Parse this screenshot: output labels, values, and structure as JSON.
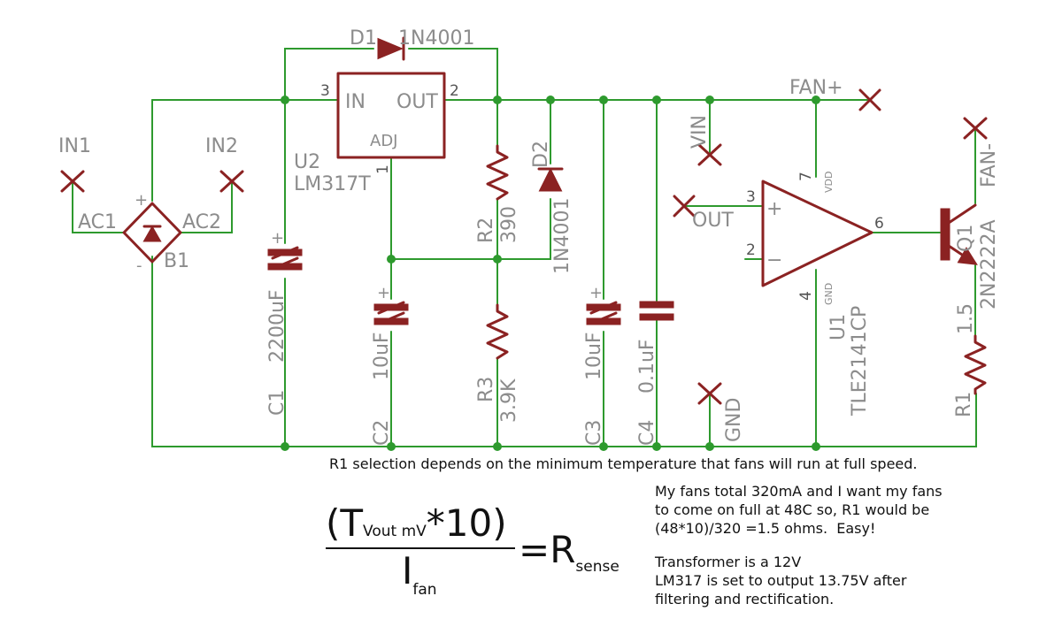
{
  "components": {
    "d1": {
      "ref": "D1",
      "value": "1N4001"
    },
    "u2": {
      "ref": "U2",
      "value": "LM317T",
      "pin_in": "IN",
      "pin_out": "OUT",
      "pin_adj": "ADJ",
      "pin3": "3",
      "pin2": "2",
      "pin1": "1"
    },
    "b1": {
      "ref": "B1",
      "ac1": "AC1",
      "ac2": "AC2",
      "plus": "+",
      "minus": "-"
    },
    "in1": {
      "label": "IN1"
    },
    "in2": {
      "label": "IN2"
    },
    "c1": {
      "ref": "C1",
      "value": "2200uF",
      "plus": "+"
    },
    "c2": {
      "ref": "C2",
      "value": "10uF",
      "plus": "+"
    },
    "r2": {
      "ref": "R2",
      "value": "390"
    },
    "d2": {
      "ref": "D2",
      "value": "1N4001"
    },
    "r3": {
      "ref": "R3",
      "value": "3.9K"
    },
    "c3": {
      "ref": "C3",
      "value": "10uF",
      "plus": "+"
    },
    "c4": {
      "ref": "C4",
      "value": "0.1uF"
    },
    "vin": {
      "label": "VIN"
    },
    "gnd": {
      "label": "GND"
    },
    "fanplus": {
      "label": "FAN+"
    },
    "fanminus": {
      "label": "FAN-"
    },
    "out": {
      "label": "OUT"
    },
    "u1": {
      "ref": "U1",
      "value": "TLE2141CP",
      "pin3": "3",
      "pin2": "2",
      "pin7": "7",
      "pin4": "4",
      "pin6": "6",
      "vdd": "VDD",
      "gnd": "GND",
      "plus": "+",
      "minus": "−"
    },
    "q1": {
      "ref": "Q1",
      "value": "2N2222A"
    },
    "r1": {
      "ref": "R1",
      "value": "1.5"
    }
  },
  "notes": {
    "r1_selection": "R1 selection depends on the minimum temperature that fans will run at full speed.",
    "fans": "My fans total 320mA and I want my fans\nto come on full at 48C so, R1 would be\n(48*10)/320 =1.5 ohms.  Easy!",
    "transformer": "Transformer is a 12V\nLM317 is set to output 13.75V after\nfiltering and rectification."
  },
  "formula": {
    "open": "(T",
    "sub1": "Vout mV",
    "num_rest": "*10)",
    "den": "I",
    "den_sub": "fan",
    "equals": "=R",
    "rhs_sub": "sense"
  }
}
